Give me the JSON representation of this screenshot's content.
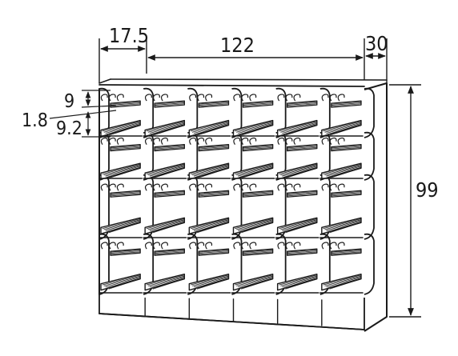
{
  "dimensions": {
    "cell_width": "17.5",
    "total_width": "122",
    "depth": "30",
    "height": "99",
    "shelf_gap_upper": "9",
    "shelf_thickness": "1.8",
    "shelf_gap_lower": "9.2"
  },
  "cabinet": {
    "columns": 6,
    "rows": 4
  },
  "colors": {
    "line": "#1a1a1a",
    "background": "#ffffff",
    "panel_fill": "#ffffff"
  }
}
